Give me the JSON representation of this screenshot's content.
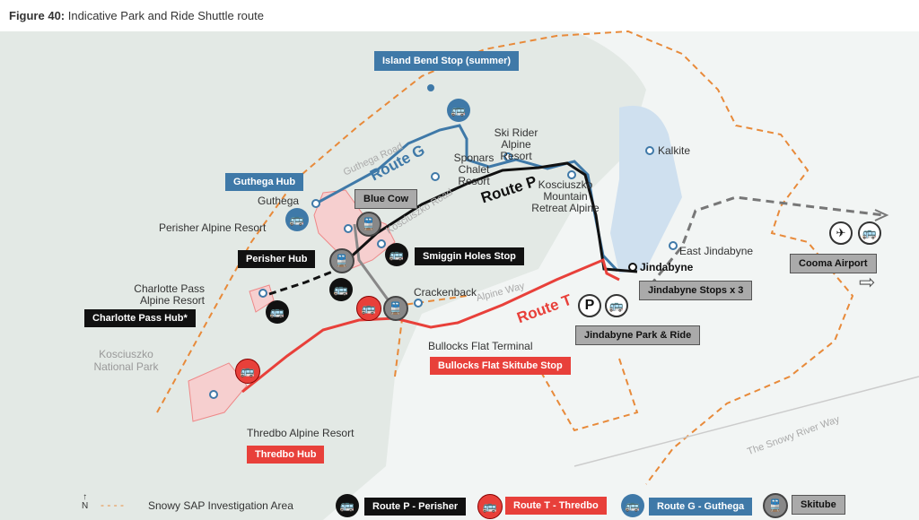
{
  "title": {
    "prefix": "Figure 40:",
    "text": " Indicative Park and Ride Shuttle route"
  },
  "colors": {
    "route_p": "#111111",
    "route_t": "#e8403a",
    "route_g": "#3f79a8",
    "skitube": "#999999",
    "boundary": "#e88a3a"
  },
  "routes": {
    "g": "Route G",
    "p": "Route P",
    "t": "Route T"
  },
  "roads": {
    "guthega": "Guthega Road",
    "kosciuszko": "Kosciuszko Road",
    "alpine": "Alpine Way",
    "snowy": "The Snowy River Way"
  },
  "park": "Kosciuszko National Park",
  "places": {
    "guthega": "Guthega",
    "perisher": "Perisher Alpine Resort",
    "charlotte": "Charlotte Pass Alpine Resort",
    "ski_rider": "Ski Rider Alpine Resort",
    "sponars": "Sponars Chalet Resort",
    "kmra": "Kosciuszko Mountain Retreat Alpine",
    "kalkite": "Kalkite",
    "east_jindabyne": "East Jindabyne",
    "jindabyne": "Jindabyne",
    "crackenback": "Crackenback",
    "bullocks": "Bullocks Flat Terminal",
    "thredbo": "Thredbo Alpine Resort"
  },
  "boxes": {
    "island_bend": "Island Bend Stop (summer)",
    "guthega_hub": "Guthega Hub",
    "blue_cow": "Blue Cow",
    "perisher_hub": "Perisher Hub",
    "smiggin": "Smiggin Holes Stop",
    "charlotte_hub": "Charlotte Pass Hub*",
    "bullocks_stop": "Bullocks Flat Skitube Stop",
    "thredbo_hub": "Thredbo Hub",
    "jindabyne_stops": "Jindabyne Stops x 3",
    "park_ride": "Jindabyne Park & Ride",
    "cooma": "Cooma Airport"
  },
  "legend": {
    "north": "N",
    "boundary": "Snowy SAP Investigation Area",
    "p": "Route P - Perisher",
    "t": "Route T - Thredbo",
    "g": "Route G - Guthega",
    "skitube": "Skitube"
  }
}
